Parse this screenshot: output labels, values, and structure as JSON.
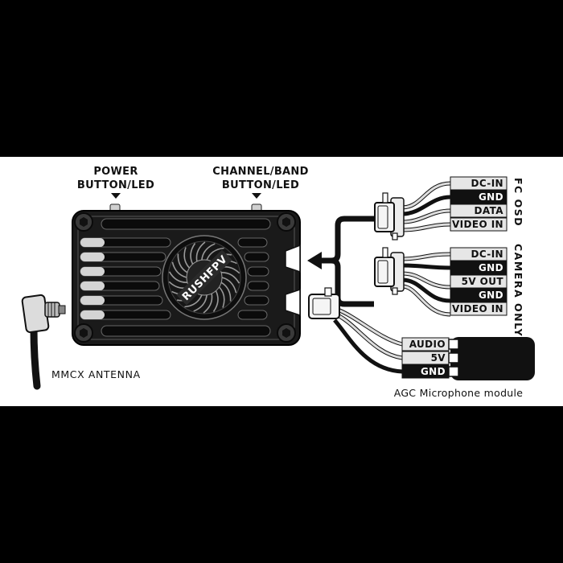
{
  "labels": {
    "power_line1": "POWER",
    "power_line2": "BUTTON/LED",
    "channel_line1": "CHANNEL/BAND",
    "channel_line2": "BUTTON/LED",
    "brand": "RUSHFPV",
    "antenna": "MMCX ANTENNA",
    "fc_osd": "FC OSD",
    "camera_only": "CAMERA ONLY",
    "microphone": "AGC Microphone module"
  },
  "fc_osd_pins": [
    "DC-IN",
    "GND",
    "DATA",
    "VIDEO IN"
  ],
  "camera_pins": [
    "DC-IN",
    "GND",
    "5V OUT",
    "GND",
    "VIDEO IN"
  ],
  "mic_pins": [
    "AUDIO",
    "5V",
    "GND"
  ],
  "colors": {
    "background": "#000000",
    "panel": "#ffffff",
    "device_body": "#1a1a1a",
    "pin_dark": "#111111",
    "pin_light": "#e6e6e6"
  }
}
